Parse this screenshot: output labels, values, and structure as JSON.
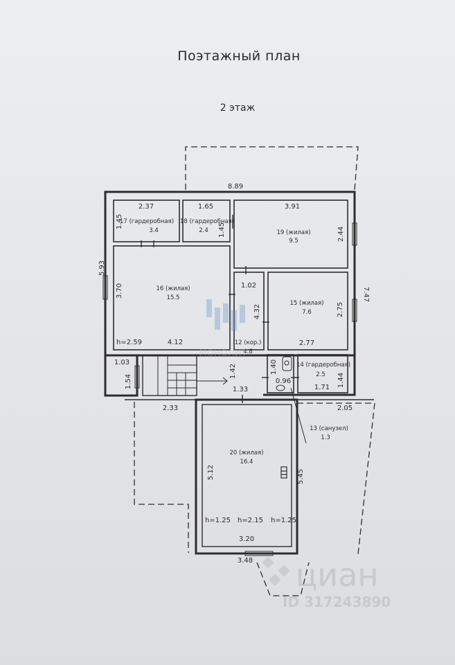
{
  "plan": {
    "title": "Поэтажный план",
    "floor": "2 этаж"
  },
  "dimensions": {
    "overall_width": "8.89",
    "left_height": "5.93",
    "right_height": "7.47",
    "r17_w": "2.37",
    "r17_h": "1.45",
    "r18_w": "1.65",
    "r18_h": "1.45",
    "r19_w": "3.91",
    "r19_h": "2.44",
    "r16_h": "3.70",
    "r16_w": "4.12",
    "r16_ceiling": "h=2.59",
    "corr_w": "1.02",
    "corr_h": "4.32",
    "r15_h": "2.75",
    "r15_w": "2.77",
    "r13_h": "1.40",
    "r13_w": "0.96",
    "r14_w": "1.71",
    "r14_h": "1.44",
    "stair_a": "1.03",
    "stair_b": "1.54",
    "stair_c": "1.42",
    "stair_d": "1.33",
    "bal_left": "2.33",
    "bal_right": "2.05",
    "r20_h": "5.12",
    "r20_h2": "5.45",
    "r20_w": "3.20",
    "bottom_w": "3.48",
    "h1": "h=1.25",
    "h2": "h=2.15",
    "h3": "h=1.25"
  },
  "rooms": {
    "r17": {
      "name": "17 (гардеробная)",
      "area": "3.4"
    },
    "r18": {
      "name": "18 (гардеробная)",
      "area": "2.4"
    },
    "r19": {
      "name": "19 (жилая)",
      "area": "9.5"
    },
    "r16": {
      "name": "16 (жилая)",
      "area": "15.5"
    },
    "r15": {
      "name": "15 (жилая)",
      "area": "7.6"
    },
    "r12": {
      "name": "12 (кор.)",
      "area": "4.8"
    },
    "r14": {
      "name": "14 (гардеробная)",
      "area": "2.5"
    },
    "r13": {
      "name": "13 (санузел)",
      "area": "1.3"
    },
    "r20": {
      "name": "20 (жилая)",
      "area": "16.4"
    }
  },
  "watermarks": {
    "agency": "МОНОЛИТ",
    "brand": "циан",
    "listing_id": "ID 317243890"
  }
}
